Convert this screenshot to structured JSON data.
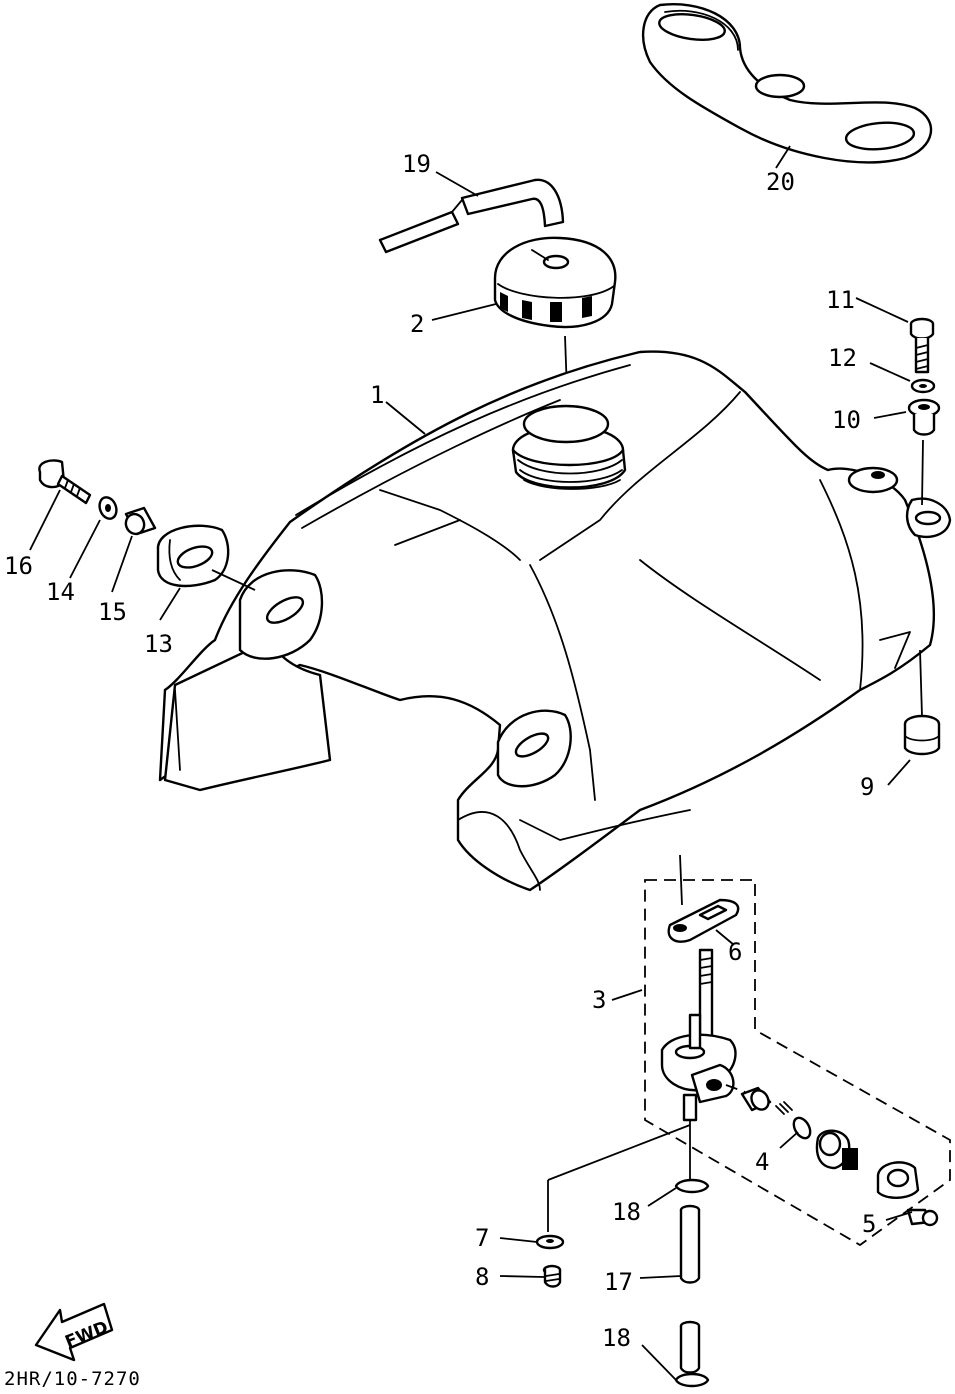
{
  "diagram_code": "2HR/10-7270",
  "direction_arrow": {
    "label": "FWD",
    "icon": "forward-arrow-icon"
  },
  "callouts": [
    {
      "key": "p1",
      "label": "1"
    },
    {
      "key": "p2",
      "label": "2"
    },
    {
      "key": "p3",
      "label": "3"
    },
    {
      "key": "p4",
      "label": "4"
    },
    {
      "key": "p5",
      "label": "5"
    },
    {
      "key": "p6",
      "label": "6"
    },
    {
      "key": "p7",
      "label": "7"
    },
    {
      "key": "p8",
      "label": "8"
    },
    {
      "key": "p9",
      "label": "9"
    },
    {
      "key": "p10",
      "label": "10"
    },
    {
      "key": "p11",
      "label": "11"
    },
    {
      "key": "p12",
      "label": "12"
    },
    {
      "key": "p13",
      "label": "13"
    },
    {
      "key": "p14",
      "label": "14"
    },
    {
      "key": "p15",
      "label": "15"
    },
    {
      "key": "p16",
      "label": "16"
    },
    {
      "key": "p17",
      "label": "17"
    },
    {
      "key": "p18a",
      "label": "18"
    },
    {
      "key": "p18b",
      "label": "18"
    },
    {
      "key": "p19",
      "label": "19"
    },
    {
      "key": "p20",
      "label": "20"
    }
  ]
}
